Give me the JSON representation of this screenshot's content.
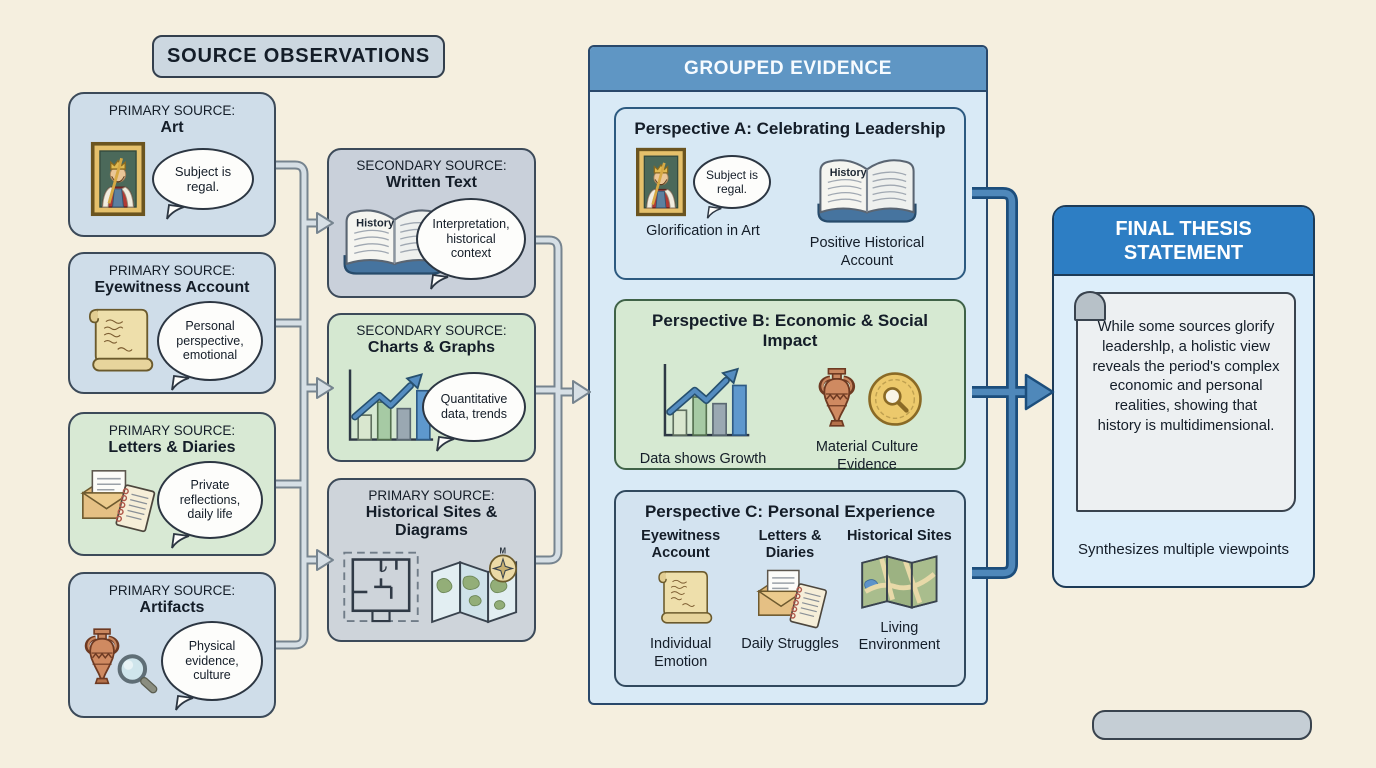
{
  "title": "SOURCE OBSERVATIONS",
  "left_column": [
    {
      "kicker": "PRIMARY SOURCE:",
      "title": "Art",
      "bubble": "Subject is regal.",
      "icon": "king-portrait"
    },
    {
      "kicker": "PRIMARY SOURCE:",
      "title": "Eyewitness Account",
      "bubble": "Personal perspective, emotional",
      "icon": "scroll"
    },
    {
      "kicker": "PRIMARY SOURCE:",
      "title": "Letters & Diaries",
      "bubble": "Private reflections, daily life",
      "icon": "envelope-notebook"
    },
    {
      "kicker": "PRIMARY SOURCE:",
      "title": "Artifacts",
      "bubble": "Physical evidence, culture",
      "icon": "amphora-magnifier"
    }
  ],
  "middle_column": [
    {
      "kicker": "SECONDARY SOURCE:",
      "title": "Written Text",
      "bubble": "Interpretation, historical context",
      "book_label": "History",
      "icon": "open-book"
    },
    {
      "kicker": "SECONDARY SOURCE:",
      "title": "Charts & Graphs",
      "bubble": "Quantitative data, trends",
      "icon": "bar-chart-arrow"
    },
    {
      "kicker": "PRIMARY SOURCE:",
      "title": "Historical Sites & Diagrams",
      "compass_label": "M",
      "icons": [
        "floor-plan",
        "world-map-compass"
      ]
    }
  ],
  "grouped_evidence": {
    "header": "GROUPED EVIDENCE",
    "perspective_a": {
      "title": "Perspective A: Celebrating Leadership",
      "bubble": "Subject is regal.",
      "book_label": "History",
      "captions": [
        "Glorification in Art",
        "Positive Historical Account"
      ],
      "icons": [
        "king-portrait",
        "open-book"
      ]
    },
    "perspective_b": {
      "title": "Perspective B: Economic & Social Impact",
      "captions": [
        "Data shows Growth",
        "Material Culture Evidence"
      ],
      "icons": [
        "bar-chart-arrow",
        "amphora",
        "coin-magnifier"
      ]
    },
    "perspective_c": {
      "title": "Perspective C: Personal Experience",
      "items": [
        {
          "heading": "Eyewitness Account",
          "caption": "Individual Emotion",
          "icon": "scroll"
        },
        {
          "heading": "Letters & Diaries",
          "caption": "Daily Struggles",
          "icon": "envelope-notebook"
        },
        {
          "heading": "Historical Sites",
          "caption": "Living Environment",
          "icon": "street-map"
        }
      ]
    }
  },
  "final_thesis": {
    "header": "FINAL THESIS STATEMENT",
    "body": "While some sources glorify leadershlp, a holistic view reveals the period's complex economic and personal realities, showing that history is multidimensional.",
    "caption": "Synthesizes multiple viewpoints"
  },
  "colors": {
    "background": "#f5efdf",
    "panel_blue": "#d9eaf6",
    "grouped_header_blue": "#5f96c4",
    "thesis_header_blue": "#2d7ec4",
    "box_blue": "#cfdde9",
    "box_green": "#d8e9d4",
    "box_gray": "#c9d0da",
    "connector_gray": "#76848f",
    "connector_blue": "#1c4e7c"
  }
}
